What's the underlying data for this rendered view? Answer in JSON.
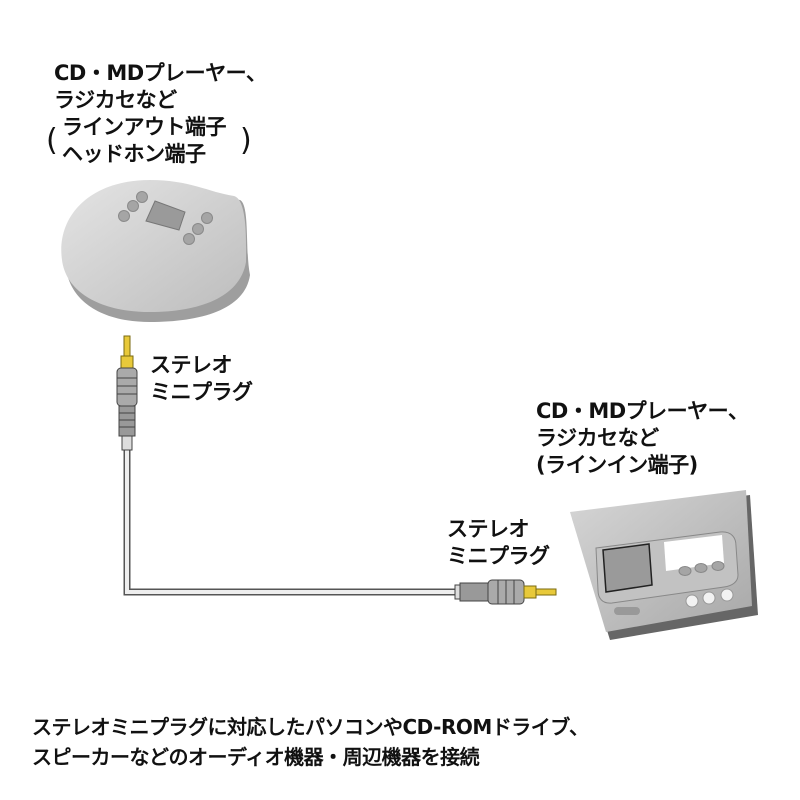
{
  "source_device": {
    "line1": "CD・MDプレーヤー、",
    "line2": "ラジカセなど",
    "terminal_line1": "ラインアウト端子",
    "terminal_line2": "ヘッドホン端子",
    "open_paren": "(",
    "close_paren": ")"
  },
  "plug_top": {
    "line1": "ステレオ",
    "line2": "ミニプラグ"
  },
  "plug_right": {
    "line1": "ステレオ",
    "line2": "ミニプラグ"
  },
  "target_device": {
    "line1": "CD・MDプレーヤー、",
    "line2": "ラジカセなど",
    "line3": "(ラインイン端子)"
  },
  "caption": {
    "line1": "ステレオミニプラグに対応したパソコンやCD-ROMドライブ、",
    "line2": "スピーカーなどのオーディオ機器・周辺機器を接続"
  },
  "colors": {
    "plug_gold": "#e8c93a",
    "device_gray": "#c8c8c8",
    "cable": "#e6e6e6"
  }
}
